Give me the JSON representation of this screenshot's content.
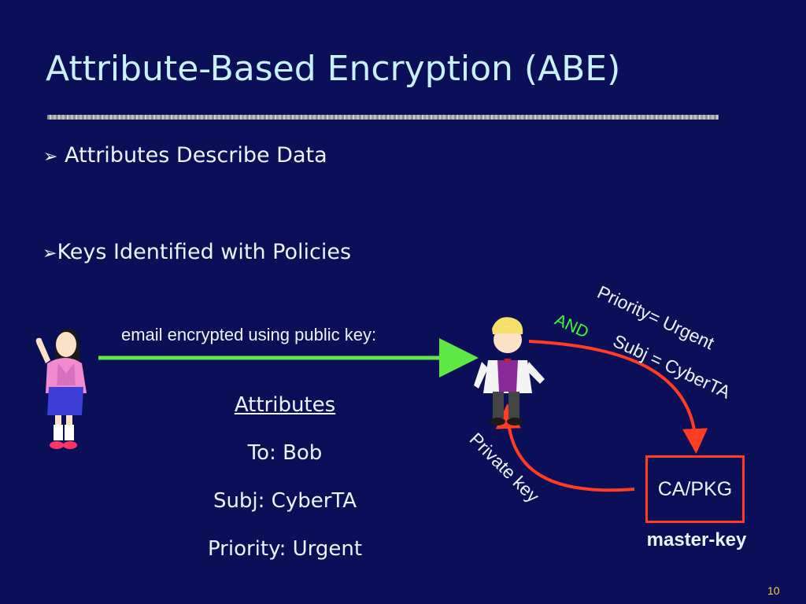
{
  "slide": {
    "title": "Attribute-Based Encryption (ABE)",
    "number": "10"
  },
  "bullets": [
    "Attributes Describe Data",
    "Keys Identified with Policies"
  ],
  "diagram": {
    "email_label": "email encrypted using public key:",
    "attributes_heading": "Attributes",
    "attributes": [
      "To: Bob",
      "Subj: CyberTA",
      "Priority: Urgent"
    ],
    "policy_line1": "Priority= Urgent",
    "policy_and": "AND",
    "policy_line2": "Subj = CyberTA",
    "private_key_label": "Private key",
    "ca_label": "CA/PKG",
    "master_key_label": "master-key",
    "icons": [
      "alice-figure-icon",
      "bob-figure-icon"
    ],
    "colors": {
      "background": "#0b0f57",
      "email_arrow": "#5ee845",
      "key_arrows": "#ff3d22",
      "and_text": "#33ff33",
      "title": "#c9f0ff",
      "slide_number": "#f6c84c"
    }
  }
}
